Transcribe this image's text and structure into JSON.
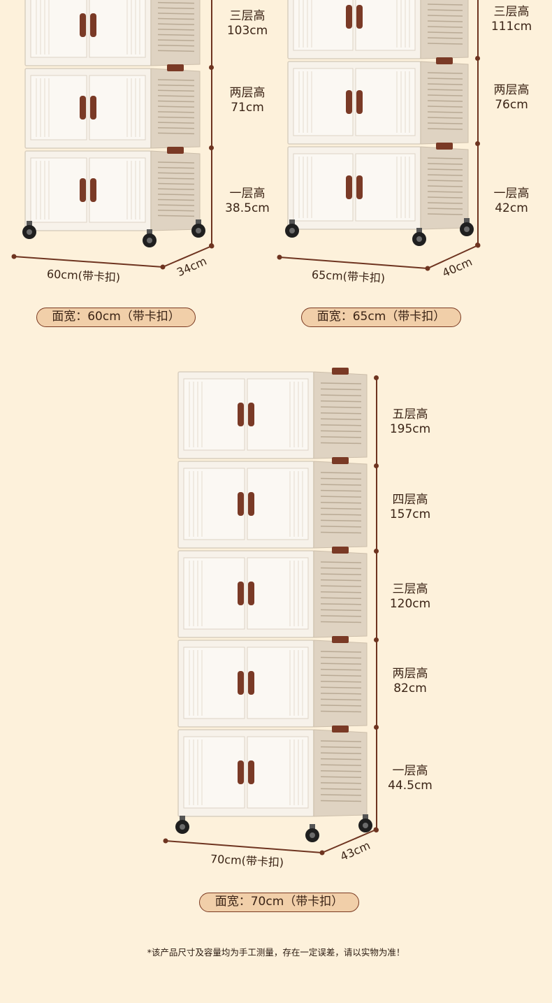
{
  "colors": {
    "background": "#fdf1db",
    "accent": "#6e3420",
    "badge_fill": "#f1cfa9",
    "cabinet_white": "#f7f2ea",
    "cabinet_side": "#dfd3c2",
    "handle": "#7a3a26"
  },
  "left": {
    "labels": [
      {
        "name": "三层高",
        "value": "103cm"
      },
      {
        "name": "两层高",
        "value": "71cm"
      },
      {
        "name": "一层高",
        "value": "38.5cm"
      }
    ],
    "width_label": "60cm(带卡扣)",
    "depth_label": "34cm",
    "badge": "面宽：60cm（带卡扣）"
  },
  "right": {
    "labels": [
      {
        "name": "三层高",
        "value": "111cm"
      },
      {
        "name": "两层高",
        "value": "76cm"
      },
      {
        "name": "一层高",
        "value": "42cm"
      }
    ],
    "width_label": "65cm(带卡扣)",
    "depth_label": "40cm",
    "badge": "面宽：65cm（带卡扣）"
  },
  "center": {
    "labels": [
      {
        "name": "五层高",
        "value": "195cm"
      },
      {
        "name": "四层高",
        "value": "157cm"
      },
      {
        "name": "三层高",
        "value": "120cm"
      },
      {
        "name": "两层高",
        "value": "82cm"
      },
      {
        "name": "一层高",
        "value": "44.5cm"
      }
    ],
    "width_label": "70cm(带卡扣)",
    "depth_label": "43cm",
    "badge": "面宽：70cm（带卡扣）"
  },
  "footnote": "*该产品尺寸及容量均为手工测量，存在一定误差，请以实物为准！"
}
